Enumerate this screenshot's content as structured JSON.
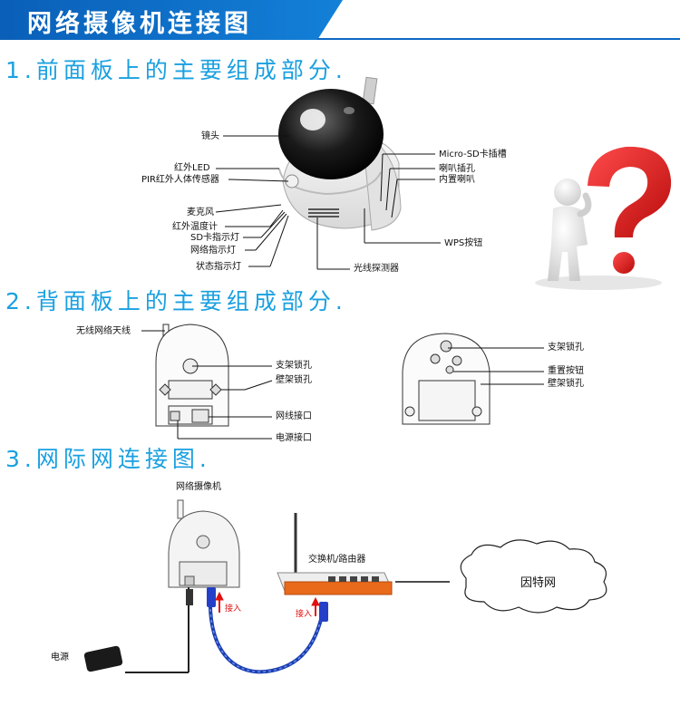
{
  "header": {
    "title": "网络摄像机连接图"
  },
  "sections": {
    "front": {
      "title": "1.前面板上的主要组成部分."
    },
    "back": {
      "title": "2.背面板上的主要组成部分."
    },
    "network": {
      "title": "3.网际网连接图."
    }
  },
  "front_labels": {
    "lens": "镜头",
    "ir_led": "红外LED",
    "pir": "PIR红外人体传感器",
    "mic": "麦克风",
    "ir_temp": "红外温度计",
    "sd_light": "SD卡指示灯",
    "net_light": "网络指示灯",
    "status_light": "状态指示灯",
    "light_detector": "光线探测器",
    "micro_sd": "Micro-SD卡插槽",
    "speaker_jack": "喇叭插孔",
    "builtin_speaker": "内置喇叭",
    "wps": "WPS按钮"
  },
  "back_labels": {
    "antenna": "无线网络天线",
    "bracket_hole": "支架锁孔",
    "wall_hole": "壁架锁孔",
    "lan_port": "网线接口",
    "power_port": "电源接口",
    "bracket_hole_2": "支架锁孔",
    "reset": "重置按钮",
    "wall_hole_2": "壁架锁孔"
  },
  "network_labels": {
    "camera": "网络摄像机",
    "switch": "交换机/路由器",
    "internet": "因特网",
    "plug_in_1": "接入",
    "plug_in_2": "接入",
    "power": "电源"
  },
  "colors": {
    "banner": "#0b67c2",
    "section_text": "#1aa0e0",
    "cable": "#1a3fb0",
    "router_orange": "#e86a1a",
    "arrow_red": "#e01010",
    "question_red": "#e41b1b"
  },
  "icons": {
    "question": "question-mark-figure-icon"
  }
}
